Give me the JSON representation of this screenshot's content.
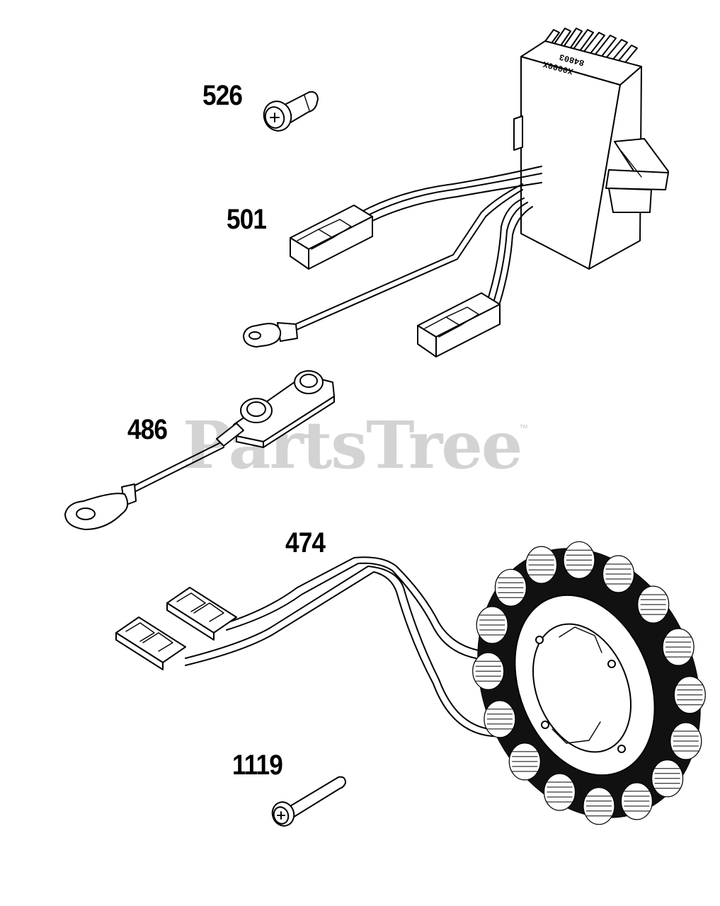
{
  "watermark": {
    "text": "PartsTree",
    "trademark": "™"
  },
  "callouts": {
    "part_526": "526",
    "part_501": "501",
    "part_486": "486",
    "part_474": "474",
    "part_1119": "1119"
  },
  "regulator_marking": {
    "line1": "84803",
    "line2": "X0000X"
  }
}
